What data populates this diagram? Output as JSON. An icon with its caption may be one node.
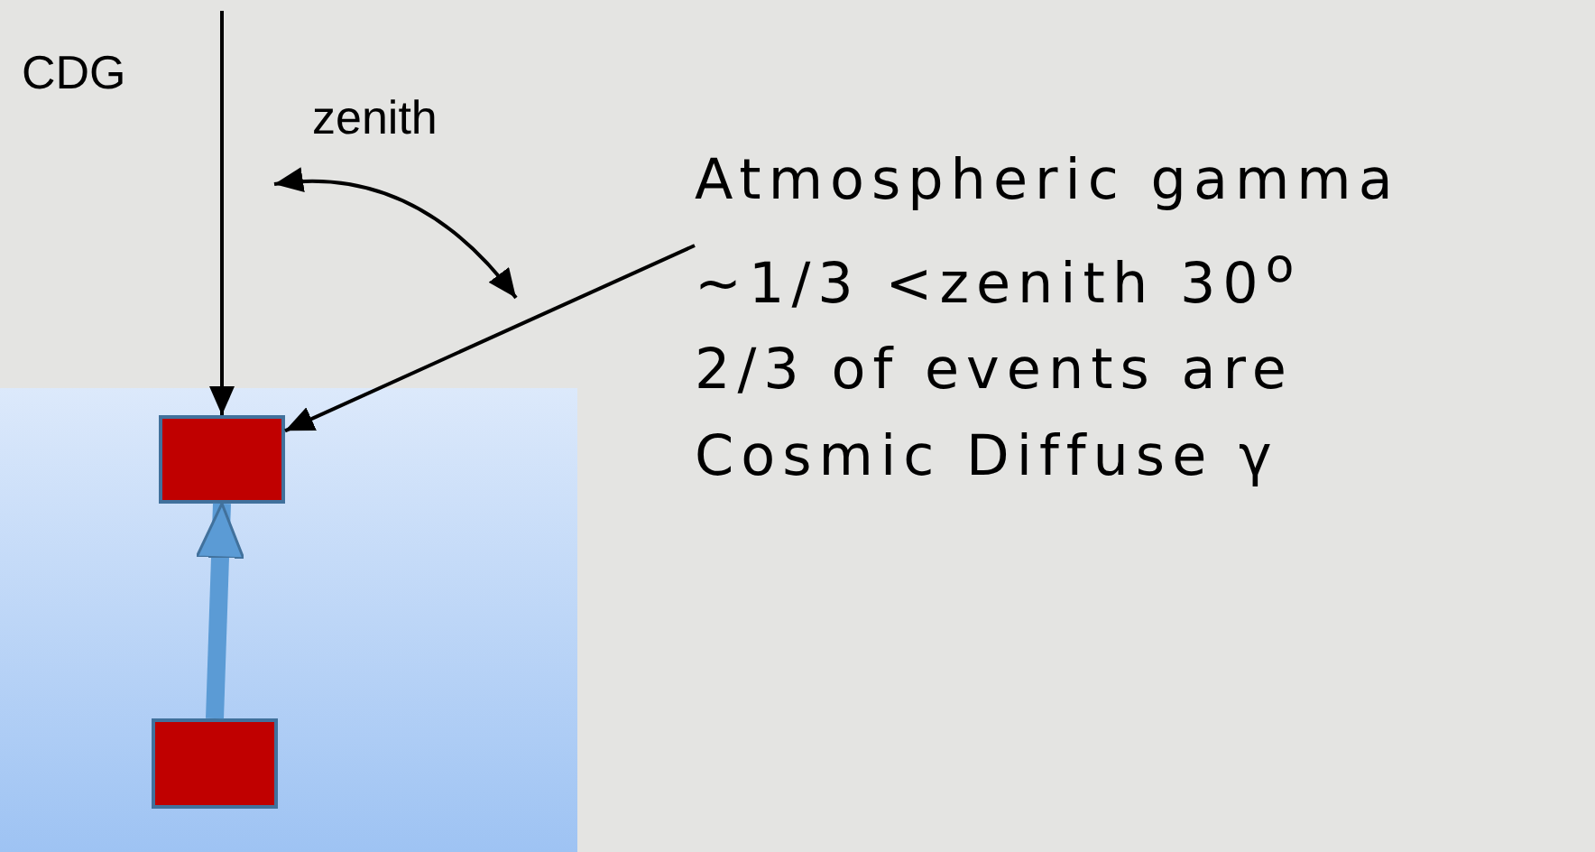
{
  "diagram": {
    "nodes": [
      {
        "text": [],
        "shape": "box"
      },
      {
        "text": [],
        "shape": "box",
        "in": 0
      },
      {
        "text": [],
        "shape": "box",
        "in": 0
      },
      {
        "text": [
          "Atmospheric gamma",
          "~1/3 <zenith 30$^{o}$",
          "2/3 of events are Cosmic Diffuse γ"
        ]
      }
    ],
    "edges": [
      {
        "from": null,
        "to": 1,
        "arrow": "to",
        "label": "CDG"
      },
      {
        "from": 3,
        "to": 1,
        "arrow": "to"
      },
      {
        "from": 2,
        "to": 1,
        "arrow": "to",
        "style": "thick",
        "color": "#5b9bd5"
      }
    ],
    "labels": [
      "zenith"
    ]
  }
}
